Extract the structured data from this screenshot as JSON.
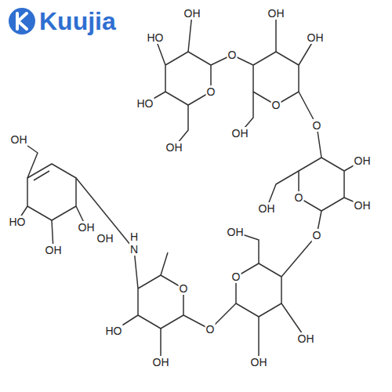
{
  "diagram": {
    "labels": [
      "Kuujia",
      "OH",
      "OH",
      "HO",
      "OH",
      "O",
      "HO",
      "O",
      "O",
      "OH",
      "OH",
      "O",
      "OH",
      "O",
      "OH",
      "OH",
      "OH",
      "O",
      "HO",
      "OH",
      "OH",
      "H",
      "N",
      "OH",
      "OH",
      "O",
      "O",
      "O",
      "HO",
      "OH",
      "OH",
      "OH"
    ]
  }
}
